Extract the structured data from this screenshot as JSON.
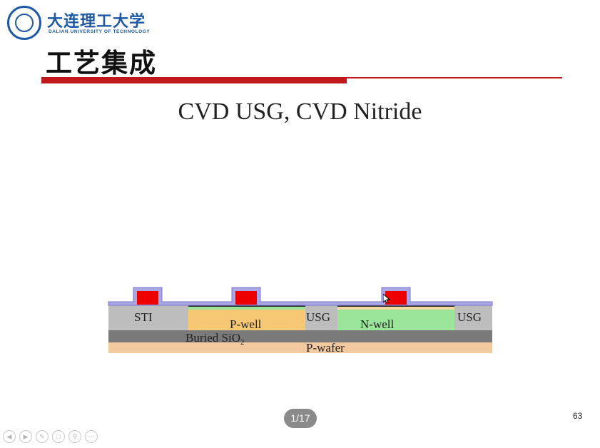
{
  "logo": {
    "cn_name": "大连理工大学",
    "en_name": "DALIAN UNIVERSITY OF TECHNOLOGY"
  },
  "slide": {
    "title": "工艺集成",
    "subtitle": "CVD USG, CVD Nitride",
    "page_number": "63"
  },
  "diagram": {
    "labels": {
      "sti": "STI",
      "pwell": "P-well",
      "usg_left": "USG",
      "nwell": "N-well",
      "usg_right": "USG",
      "buried": "Buried SiO",
      "buried_sub": "2",
      "wafer": "P-wafer"
    },
    "colors": {
      "usg": "#bdbdbd",
      "pwell": "#f6c873",
      "nwell": "#9ae59a",
      "buried": "#7a7a7a",
      "wafer": "#f3c9a0",
      "gate": "#ef0000",
      "nitride": "#a9a6e6",
      "gate_oxide": "#2a2a2a"
    }
  },
  "player": {
    "counter": "1/17",
    "buttons": [
      "prev-icon",
      "next-icon",
      "pen-icon",
      "slides-icon",
      "zoom-icon",
      "more-icon"
    ]
  }
}
